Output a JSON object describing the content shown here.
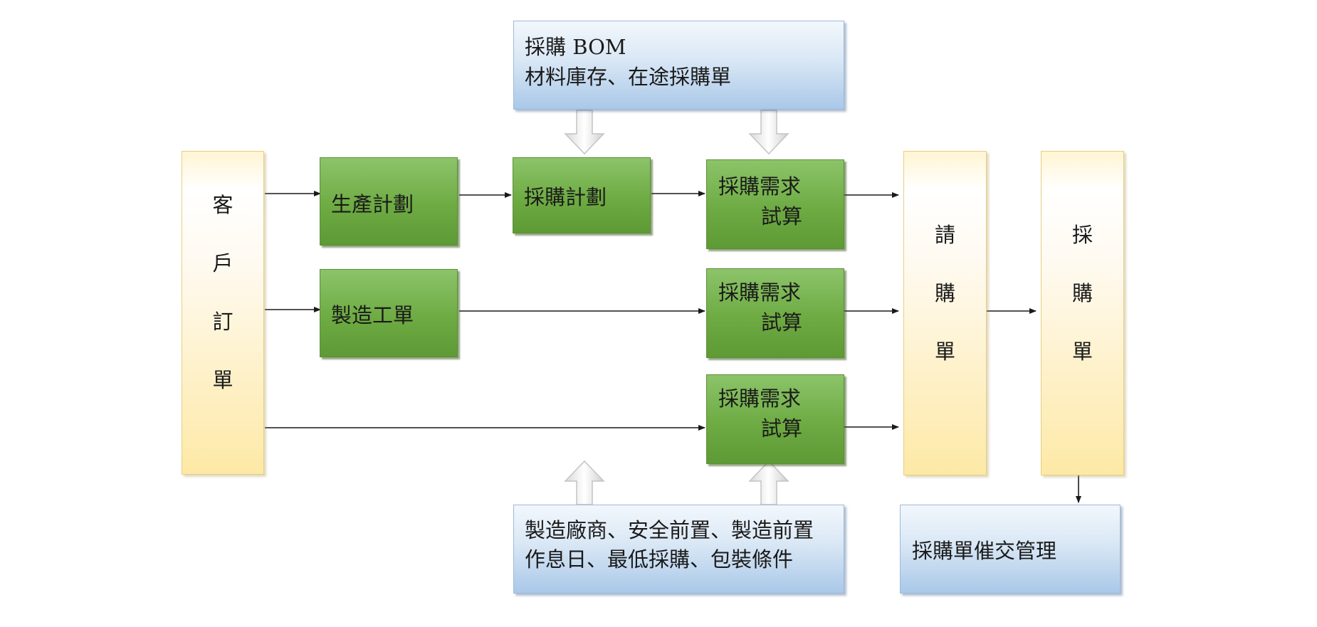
{
  "customer_order": {
    "chars": [
      "客",
      "戶",
      "訂",
      "單"
    ]
  },
  "production_plan": {
    "label": "生產計劃"
  },
  "manufacturing_order": {
    "label": "製造工單"
  },
  "purchase_plan": {
    "label": "採購計劃"
  },
  "top_inputs": {
    "line1": "採購 BOM",
    "line2": "材料庫存、在途採購單"
  },
  "bottom_inputs": {
    "line1": "製造廠商、安全前置、製造前置",
    "line2": "作息日、最低採購、包裝條件"
  },
  "calc_boxes": [
    {
      "line1": "採購需求",
      "line2": "試算"
    },
    {
      "line1": "採購需求",
      "line2": "試算"
    },
    {
      "line1": "採購需求",
      "line2": "試算"
    }
  ],
  "requisition": {
    "chars": [
      "請",
      "購",
      "單"
    ]
  },
  "purchase_order": {
    "chars": [
      "採",
      "購",
      "單"
    ]
  },
  "expedite": {
    "label": "採購單催交管理"
  },
  "colors": {
    "process_green": "#6eab43",
    "input_blue": "#d9e7f5",
    "document_yellow": "#fde9a6",
    "connector": "#1a1a1a"
  }
}
